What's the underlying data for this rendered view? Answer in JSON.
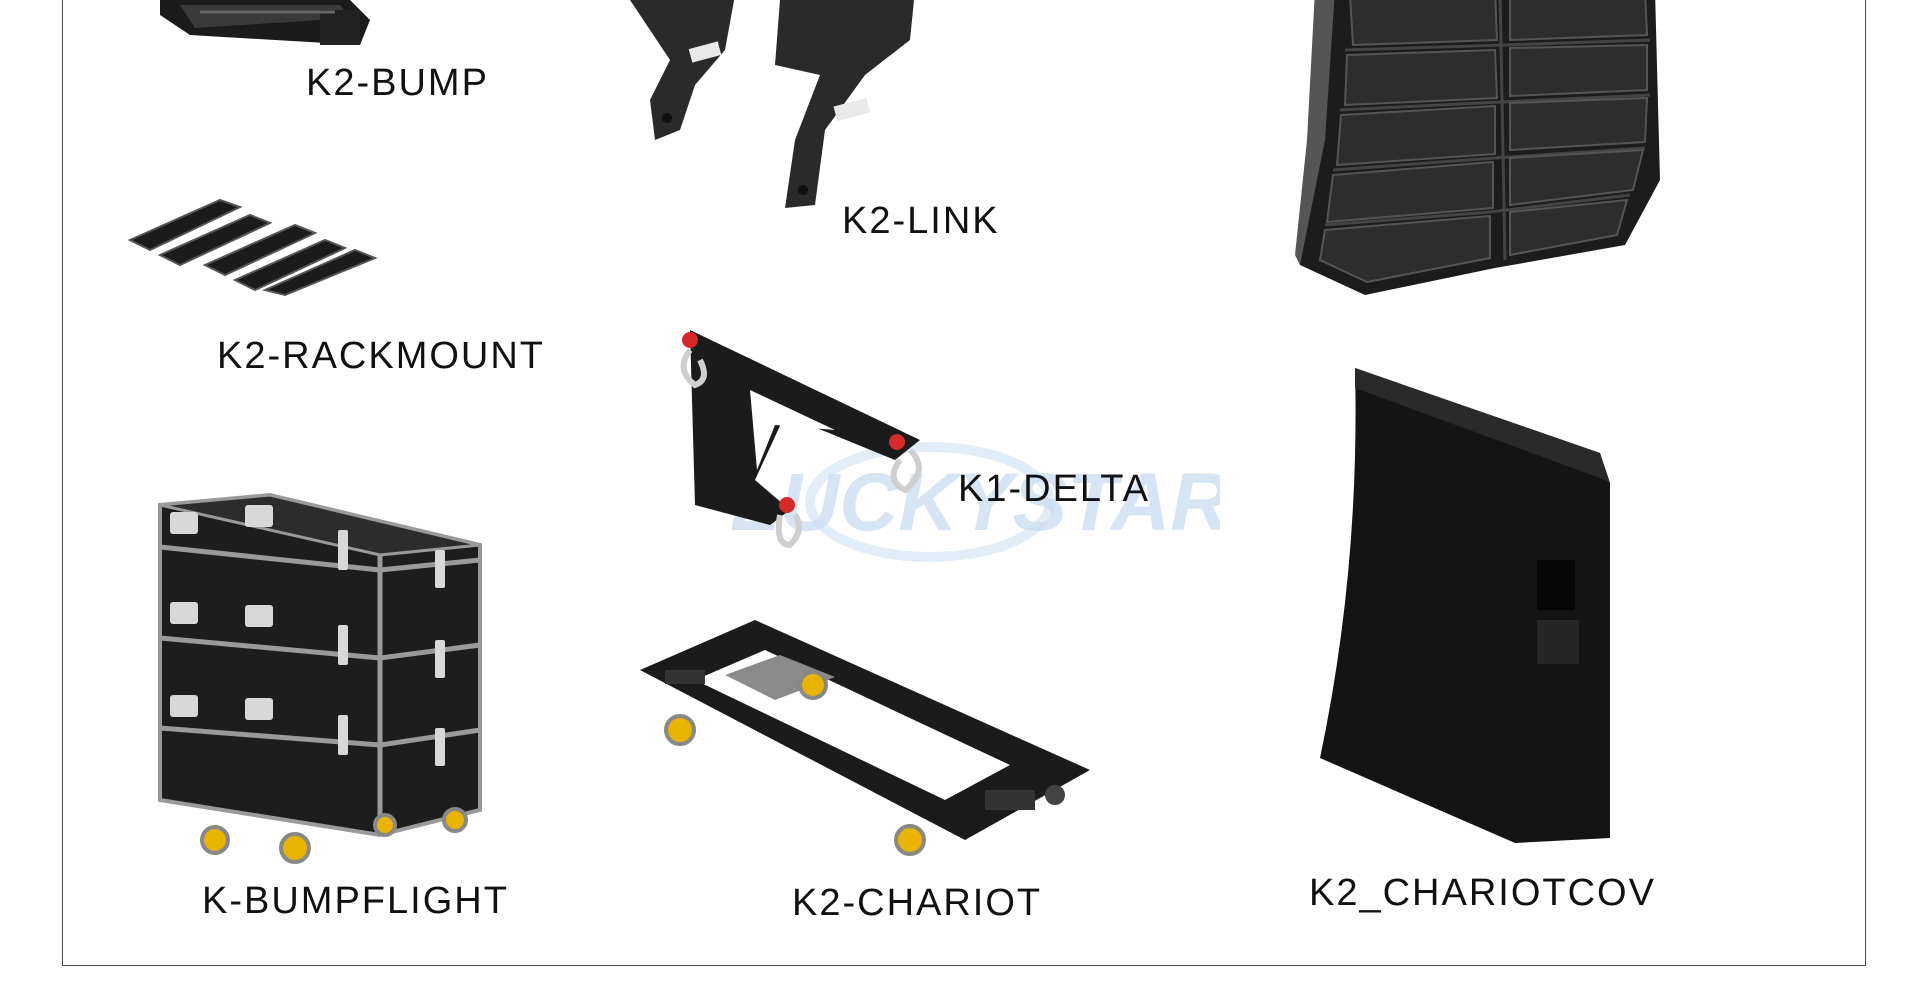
{
  "products": [
    {
      "id": "k2-bump",
      "label": "K2-BUMP"
    },
    {
      "id": "k2-link",
      "label": "K2-LINK"
    },
    {
      "id": "k2-rackmount",
      "label": "K2-RACKMOUNT"
    },
    {
      "id": "k1-delta",
      "label": "K1-DELTA"
    },
    {
      "id": "k-bumpflight",
      "label": "K-BUMPFLIGHT"
    },
    {
      "id": "k2-chariot",
      "label": "K2-CHARIOT"
    },
    {
      "id": "k2-chariotcov",
      "label": "K2_CHARIOTCOV"
    }
  ],
  "watermark": {
    "text": "LUCKYSTAR"
  },
  "colors": {
    "product_black": "#1b1b1b",
    "frame_border": "#4a4a4a",
    "wheel_yellow": "#e8b400",
    "shackle_red": "#d62a2a",
    "watermark": "#c9dcf0"
  }
}
